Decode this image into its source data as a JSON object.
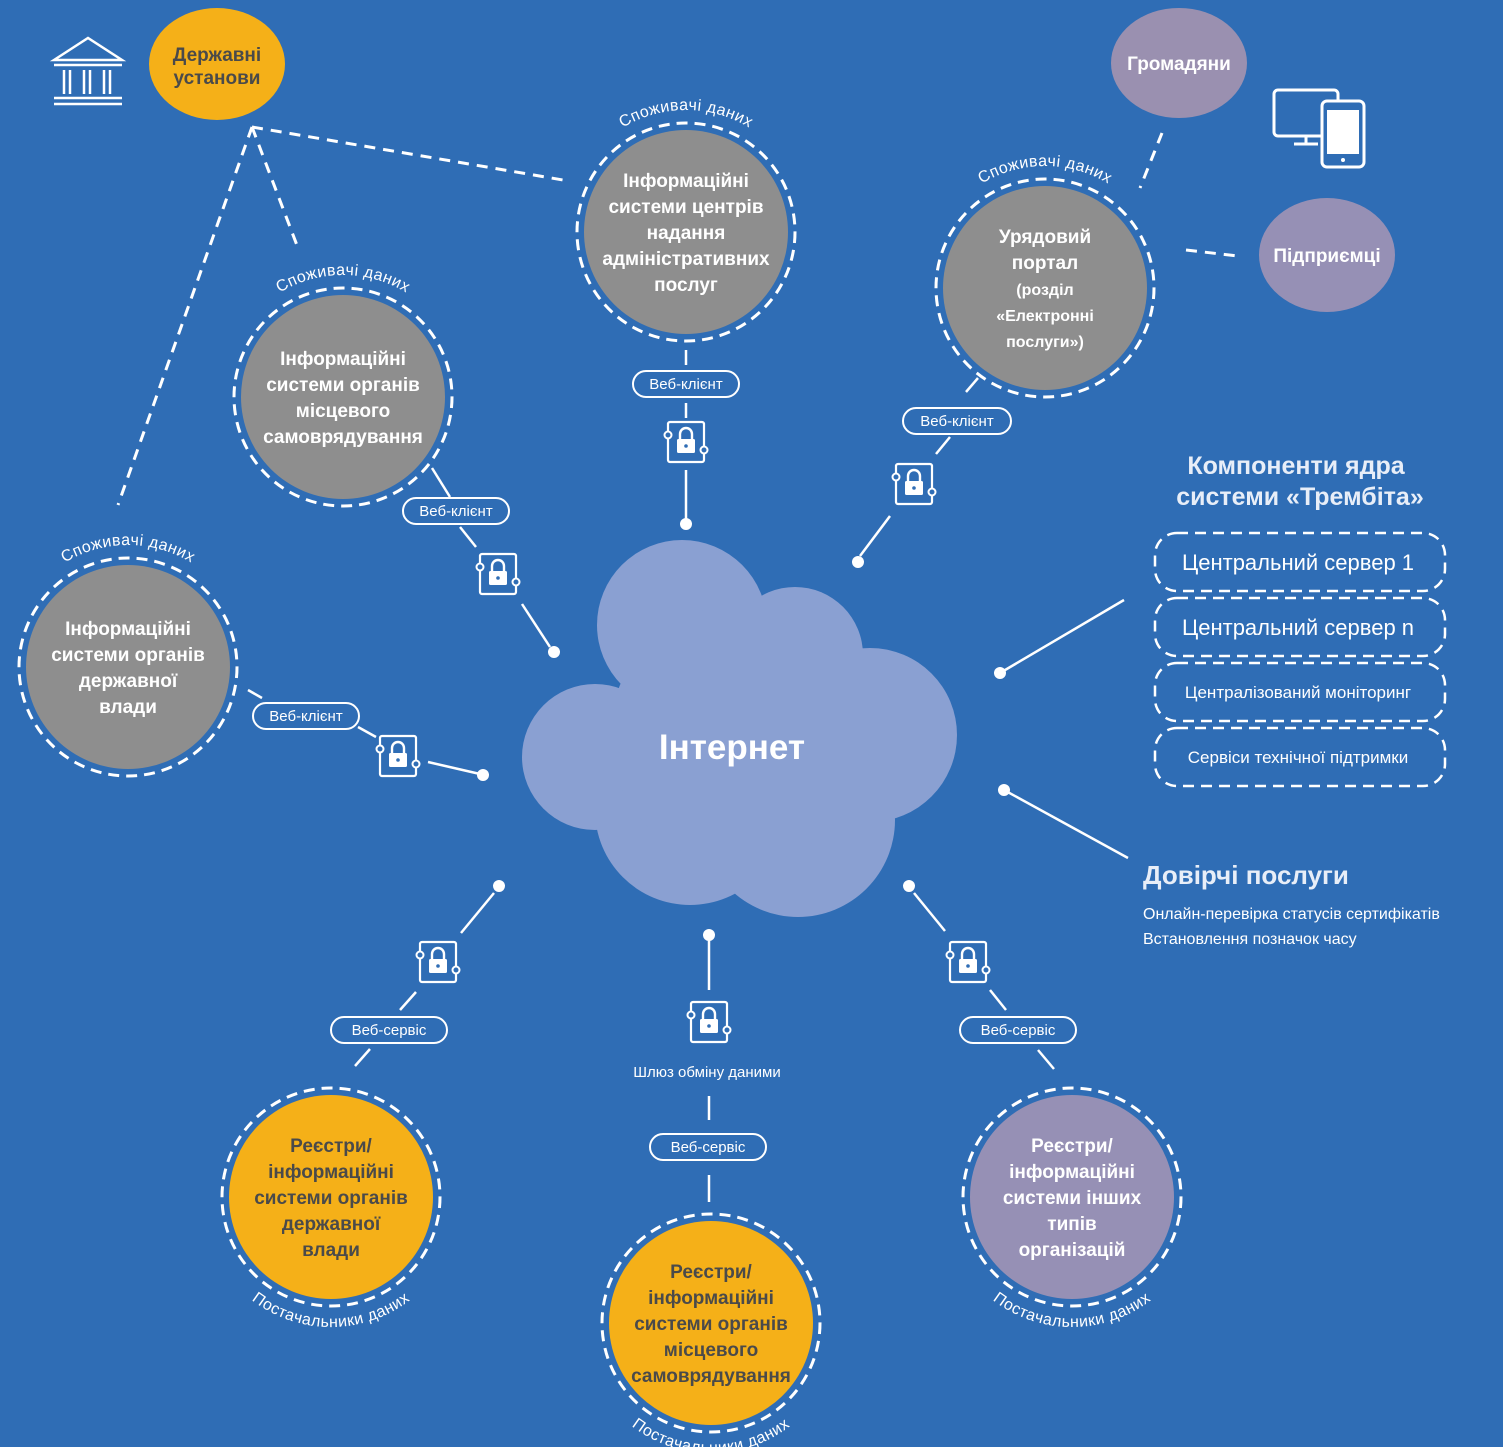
{
  "state_institutions": {
    "icon": "government-building-icon",
    "label_lines": [
      "Державні",
      "установи"
    ]
  },
  "internet": {
    "label": "Інтернет"
  },
  "data_consumers_caption": "Споживачі даних",
  "data_providers_caption": "Постачальники даних",
  "web_client_label": "Веб-клієнт",
  "web_service_label": "Веб-сервіс",
  "gateway_label": "Шлюз обміну даними",
  "consumers": [
    {
      "id": "acs",
      "lines": [
        "Інформаційні",
        "системи центрів",
        "надання",
        "адміністративних",
        "послуг"
      ]
    },
    {
      "id": "local",
      "lines": [
        "Інформаційні",
        "системи органів",
        "місцевого",
        "самоврядування"
      ]
    },
    {
      "id": "state",
      "lines": [
        "Інформаційні",
        "системи органів",
        "державної",
        "влади"
      ]
    },
    {
      "id": "portal",
      "lines": [
        "Урядовий",
        "портал",
        "(розділ",
        "«Електронні",
        "послуги»)"
      ]
    }
  ],
  "providers": [
    {
      "id": "state-reg",
      "lines": [
        "Реєстри/",
        "інформаційні",
        "системи органів",
        "державної",
        "влади"
      ]
    },
    {
      "id": "local-reg",
      "lines": [
        "Реєстри/",
        "інформаційні",
        "системи органів",
        "місцевого",
        "самоврядування"
      ]
    },
    {
      "id": "other-reg",
      "lines": [
        "Реєстри/",
        "інформаційні",
        "системи інших",
        "типів",
        "організацій"
      ]
    }
  ],
  "citizens": {
    "label": "Громадяни",
    "device_icon": "monitor-phone-icon"
  },
  "businesses": {
    "label": "Підприємці"
  },
  "core": {
    "title_lines": [
      "Компоненти ядра",
      "системи «Трембіта»"
    ],
    "items": [
      "Центральний сервер 1",
      "Центральний сервер n",
      "Централізований моніторинг",
      "Сервіси технічної підтримки"
    ]
  },
  "trust": {
    "title": "Довірчі послуги",
    "lines": [
      "Онлайн-перевірка статусів сертифікатів",
      "Встановлення позначок часу"
    ]
  },
  "colors": {
    "background": "#2f6db5",
    "cloud": "#8aa0d2",
    "consumer_node": "#8e8e8e",
    "provider_node": "#f5b018",
    "other_node": "#9690b5",
    "citizen_node": "#9a90b0",
    "line": "#ffffff"
  }
}
